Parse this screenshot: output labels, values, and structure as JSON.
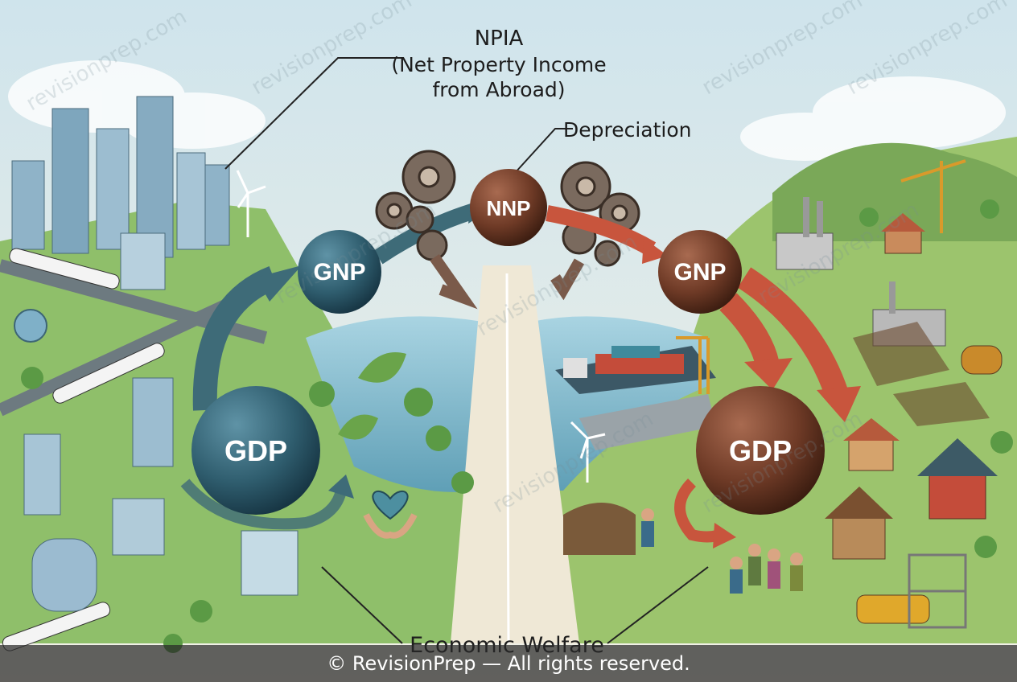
{
  "labels": {
    "npia_title": "NPIA",
    "npia_line1": "(Net Property Income",
    "npia_line2": "from Abroad)",
    "depreciation": "Depreciation",
    "economic_welfare": "Economic Welfare"
  },
  "nodes": {
    "left_gdp": "GDP",
    "left_gnp": "GNP",
    "nnp": "NNP",
    "right_gnp": "GNP",
    "right_gdp": "GDP"
  },
  "footer": "© RevisionPrep — All rights reserved.",
  "watermark": "revisionprep.com",
  "colors": {
    "left_sphere": "#2f5d6e",
    "right_sphere": "#6e3a26",
    "arrow_left": "#3e6b78",
    "arrow_right": "#c8553d",
    "water": "#7fb6c8",
    "grass": "#7cb35a"
  }
}
